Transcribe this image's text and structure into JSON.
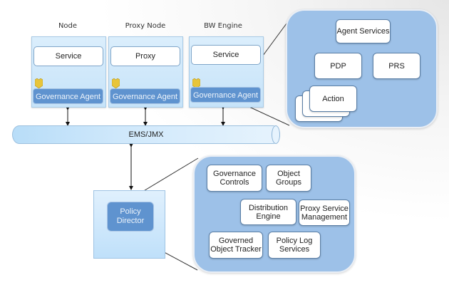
{
  "nodes": [
    {
      "title": "Node",
      "service": "Service",
      "agent": "Governance Agent"
    },
    {
      "title": "Proxy Node",
      "service": "Proxy",
      "agent": "Governance Agent"
    },
    {
      "title": "BW Engine",
      "service": "Service",
      "agent": "Governance Agent"
    }
  ],
  "bus": {
    "label": "EMS/JMX"
  },
  "agent_detail": {
    "agent_services": "Agent Services",
    "pdp": "PDP",
    "prs": "PRS",
    "action": "Action"
  },
  "policy_director": {
    "label_line1": "Policy",
    "label_line2": "Director"
  },
  "director_detail": {
    "governance_controls": [
      "Governance",
      "Controls"
    ],
    "object_groups": [
      "Object",
      "Groups"
    ],
    "distribution_engine": [
      "Distribution",
      "Engine"
    ],
    "proxy_service_management": [
      "Proxy Service",
      "Management"
    ],
    "governed_object_tracker": [
      "Governed",
      "Object Tracker"
    ],
    "policy_log_services": [
      "Policy Log",
      "Services"
    ]
  },
  "colors": {
    "panel": "#9dc1e8",
    "agent": "#5f93cf",
    "node_fill": "#d3eafb",
    "shield": "#e8c53a"
  }
}
